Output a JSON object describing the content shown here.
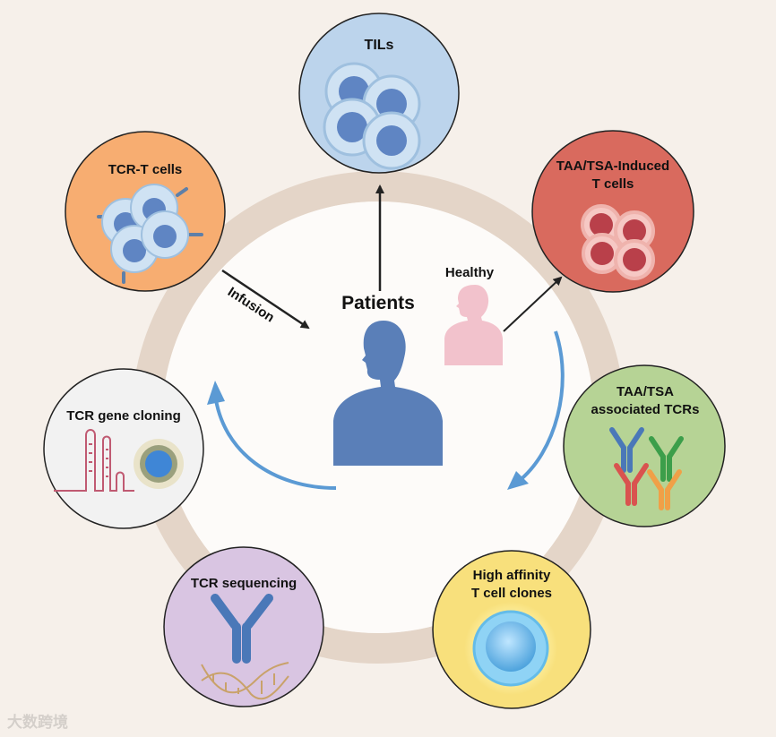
{
  "center": {
    "patients_label": "Patients",
    "healthy_label": "Healthy",
    "infusion_label": "Infusion"
  },
  "nodes": {
    "tils": {
      "label": "TILs",
      "color": "#bcd4ec"
    },
    "taa_induced": {
      "label_line1": "TAA/TSA-Induced",
      "label_line2": "T cells",
      "color": "#d96a5e"
    },
    "tcrs": {
      "label_line1": "TAA/TSA",
      "label_line2": "associated TCRs",
      "color": "#b6d395"
    },
    "high_affinity": {
      "label_line1": "High affinity",
      "label_line2": "T cell clones",
      "color": "#f8e07c"
    },
    "tcr_sequencing": {
      "label": "TCR sequencing",
      "color": "#d9c5e2"
    },
    "tcr_cloning": {
      "label": "TCR gene cloning",
      "color": "#f2f2f2"
    },
    "tcr_t": {
      "label": "TCR-T cells",
      "color": "#f7ad71"
    }
  },
  "colors": {
    "ring": "#e4d5c8",
    "patient": "#5a7fb8",
    "healthy": "#f2c2cc",
    "cycle_arrow": "#5b9ad4"
  },
  "watermark": "大数跨境"
}
